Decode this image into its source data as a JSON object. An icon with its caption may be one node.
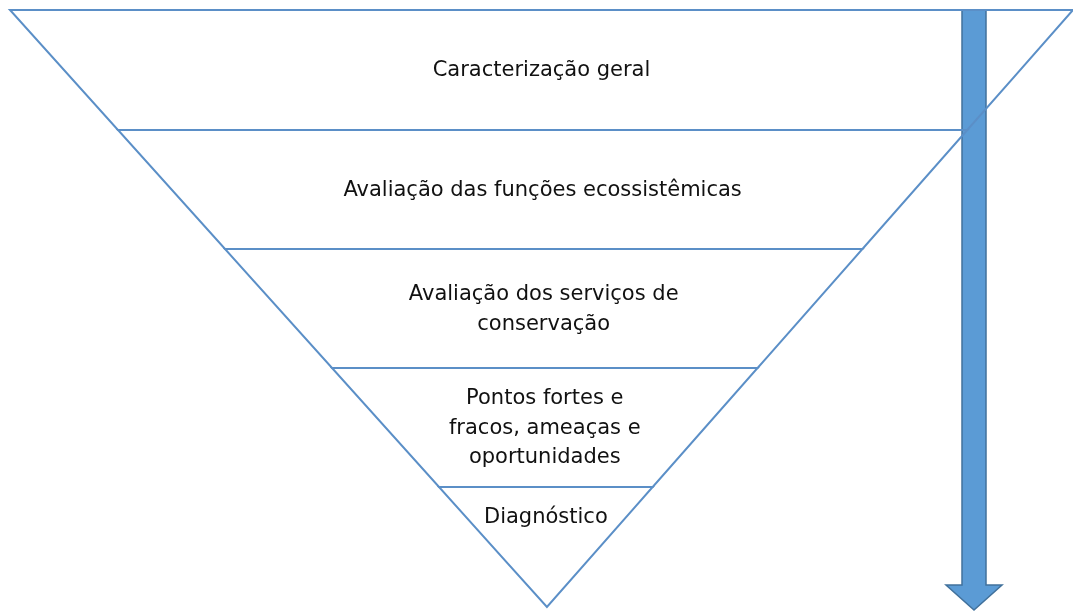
{
  "diagram": {
    "nodes": [
      {
        "text": [
          "Caracterização geral"
        ]
      },
      {
        "text": [
          "Avaliação das funções ecossistêmicas"
        ]
      },
      {
        "text": [
          "Avaliação dos serviços de conservação"
        ]
      },
      {
        "text": [
          "Pontos fortes e fracos, ameaças e oportunidades"
        ]
      },
      {
        "text": [
          "Diagnóstico"
        ]
      }
    ]
  }
}
